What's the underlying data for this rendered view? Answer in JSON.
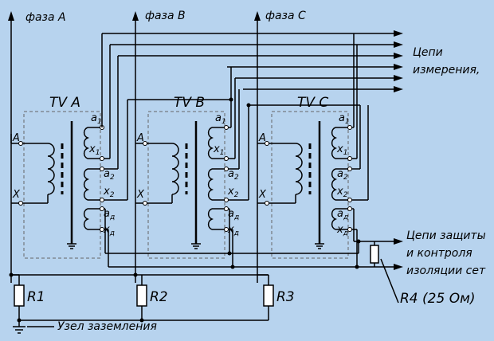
{
  "phases": [
    "фаза A",
    "фаза B",
    "фаза C"
  ],
  "transformers": [
    {
      "name": "TV A",
      "sub1": "1",
      "subx1": "1"
    },
    {
      "name": "TV B",
      "sub1": "1",
      "subx1": "1"
    },
    {
      "name": "TV C",
      "sub1": "1",
      "subx1": "1"
    }
  ],
  "terminals": {
    "primary_a": "A",
    "primary_x": "X",
    "a": "a",
    "x": "x",
    "sub_2": "2",
    "sub_d": "д"
  },
  "resistors": [
    "R1",
    "R2",
    "R3"
  ],
  "r4_label": "R4 (25 Ом)",
  "measure_label": [
    "Цепи",
    "измерения,"
  ],
  "protect_label": [
    "Цепи защиты",
    "и контроля",
    "изоляции сет"
  ],
  "ground_label": "Узел заземления",
  "colors": {
    "background": "#b7d3ee",
    "line": "#000000"
  }
}
